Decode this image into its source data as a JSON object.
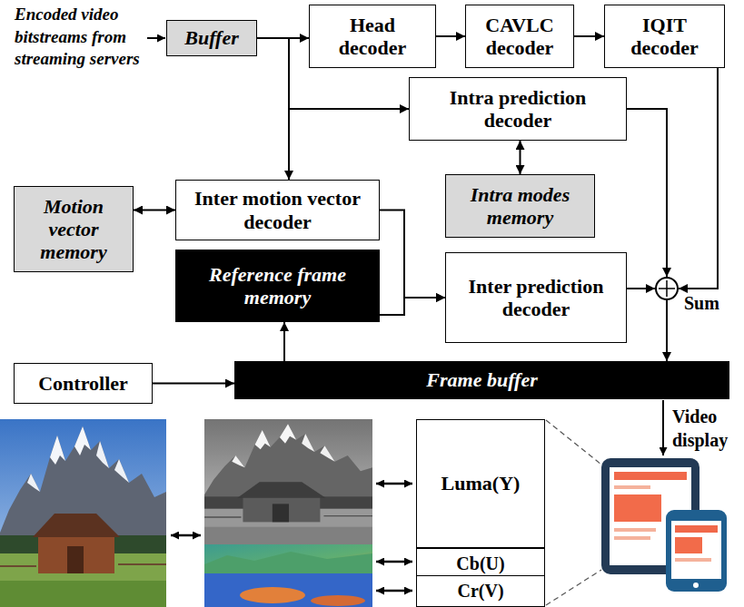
{
  "diagram": {
    "nodes": [
      {
        "text": [
          "Buffer"
        ]
      },
      {
        "text": [
          "Head decoder"
        ]
      },
      {
        "text": [
          "CAVLC decoder"
        ]
      },
      {
        "text": [
          "IQIT decoder"
        ]
      },
      {
        "text": [
          "Intra prediction decoder"
        ]
      },
      {
        "text": [
          "Intra modes memory"
        ]
      },
      {
        "text": [
          "Motion vector memory"
        ]
      },
      {
        "text": [
          "Inter motion vector decoder"
        ]
      },
      {
        "text": [
          "Reference frame memory"
        ]
      },
      {
        "text": [
          "Inter prediction decoder"
        ]
      },
      {
        "text": [
          "Sum"
        ]
      },
      {
        "text": [
          "Controller"
        ]
      },
      {
        "text": [
          "Frame buffer"
        ]
      },
      {
        "text": [
          "Luma(Y)"
        ]
      },
      {
        "text": [
          "Cb(U)"
        ]
      },
      {
        "text": [
          "Cr(V)"
        ]
      }
    ],
    "edges": [
      {
        "from": 0,
        "to": 1,
        "arrow": "to"
      },
      {
        "from": 0,
        "to": 4,
        "arrow": "to"
      },
      {
        "from": 0,
        "to": 7,
        "arrow": "to"
      },
      {
        "from": 1,
        "to": 2,
        "arrow": "to"
      },
      {
        "from": 2,
        "to": 3,
        "arrow": "to"
      },
      {
        "from": 3,
        "to": 10,
        "arrow": "to"
      },
      {
        "from": 4,
        "to": 5,
        "arrow": "both"
      },
      {
        "from": 4,
        "to": 10,
        "arrow": "to"
      },
      {
        "from": 6,
        "to": 7,
        "arrow": "both"
      },
      {
        "from": 7,
        "to": 9,
        "arrow": "to"
      },
      {
        "from": 8,
        "to": 9,
        "arrow": "to"
      },
      {
        "from": 9,
        "to": 10,
        "arrow": "to"
      },
      {
        "from": 10,
        "to": 12,
        "arrow": "to"
      },
      {
        "from": 11,
        "to": 12,
        "arrow": "to"
      },
      {
        "from": 12,
        "to": 8,
        "arrow": "to"
      }
    ],
    "labels": [
      "Encoded video bitstreams from streaming servers",
      "Video display"
    ]
  }
}
